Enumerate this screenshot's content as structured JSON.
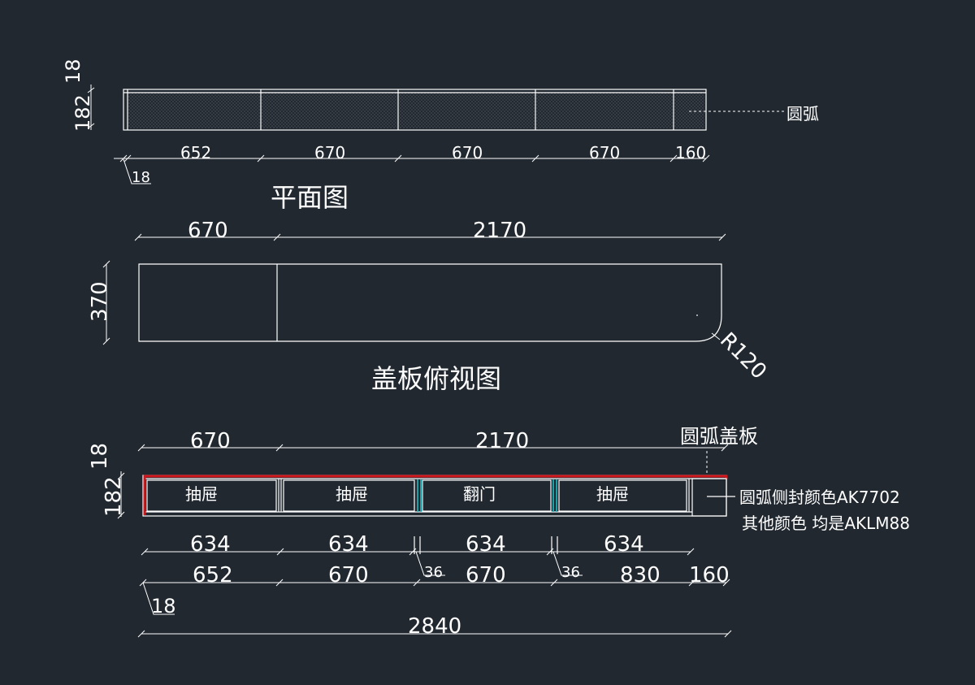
{
  "plan_view": {
    "title": "平面图",
    "arc_label": "圆弧",
    "height_dims": [
      "18",
      "182"
    ],
    "segment_dims": [
      "652",
      "670",
      "670",
      "670",
      "160"
    ],
    "offset_dim": "18"
  },
  "top_view": {
    "title": "盖板俯视图",
    "width_dims": [
      "670",
      "2170"
    ],
    "height_dim": "370",
    "radius_label": "R120"
  },
  "front_view": {
    "top_dims": [
      "670",
      "2170"
    ],
    "height_dims": [
      "18",
      "182"
    ],
    "arc_cover_label": "圆弧盖板",
    "panels": [
      "抽屉",
      "抽屉",
      "翻门",
      "抽屉"
    ],
    "notes": [
      "圆弧侧封颜色AK7702",
      "其他颜色 均是AKLM88"
    ],
    "panel_dims": [
      "634",
      "634",
      "634",
      "634"
    ],
    "gap_dims": [
      "36",
      "36"
    ],
    "segment_dims": [
      "652",
      "670",
      "670",
      "830",
      "160"
    ],
    "offset_dim": "18",
    "total_dim": "2840"
  },
  "colors": {
    "background": "#212830",
    "line": "#ffffff",
    "red_edge": "#d0161b",
    "cyan_edge": "#19c8d0"
  }
}
